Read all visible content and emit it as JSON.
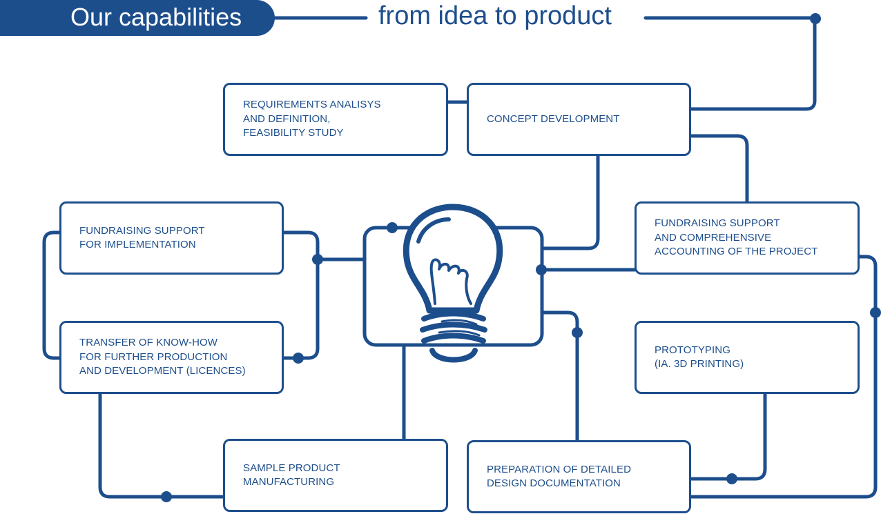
{
  "header": {
    "title": "Our capabilities",
    "subtitle": "from idea to product"
  },
  "colors": {
    "primary": "#1d4e8c",
    "background": "#ffffff"
  },
  "steps": [
    {
      "id": "requirements",
      "label": "REQUIREMENTS ANALISYS\nAND DEFINITION,\nFEASIBILITY STUDY"
    },
    {
      "id": "concept",
      "label": "CONCEPT DEVELOPMENT"
    },
    {
      "id": "fundraising-accounting",
      "label": "FUNDRAISING SUPPORT\nAND COMPREHENSIVE\nACCOUNTING OF THE PROJECT"
    },
    {
      "id": "prototyping",
      "label": "PROTOTYPING\n(IA. 3D PRINTING)"
    },
    {
      "id": "design-documentation",
      "label": "PREPARATION OF DETAILED\nDESIGN DOCUMENTATION"
    },
    {
      "id": "sample-manufacturing",
      "label": "SAMPLE PRODUCT\nMANUFACTURING"
    },
    {
      "id": "know-how-transfer",
      "label": "TRANSFER OF KNOW-HOW\nFOR FURTHER PRODUCTION\nAND DEVELOPMENT (LICENCES)"
    },
    {
      "id": "fundraising-implementation",
      "label": "FUNDRAISING SUPPORT\nFOR IMPLEMENTATION"
    }
  ],
  "center": {
    "icon": "lightbulb-icon"
  }
}
